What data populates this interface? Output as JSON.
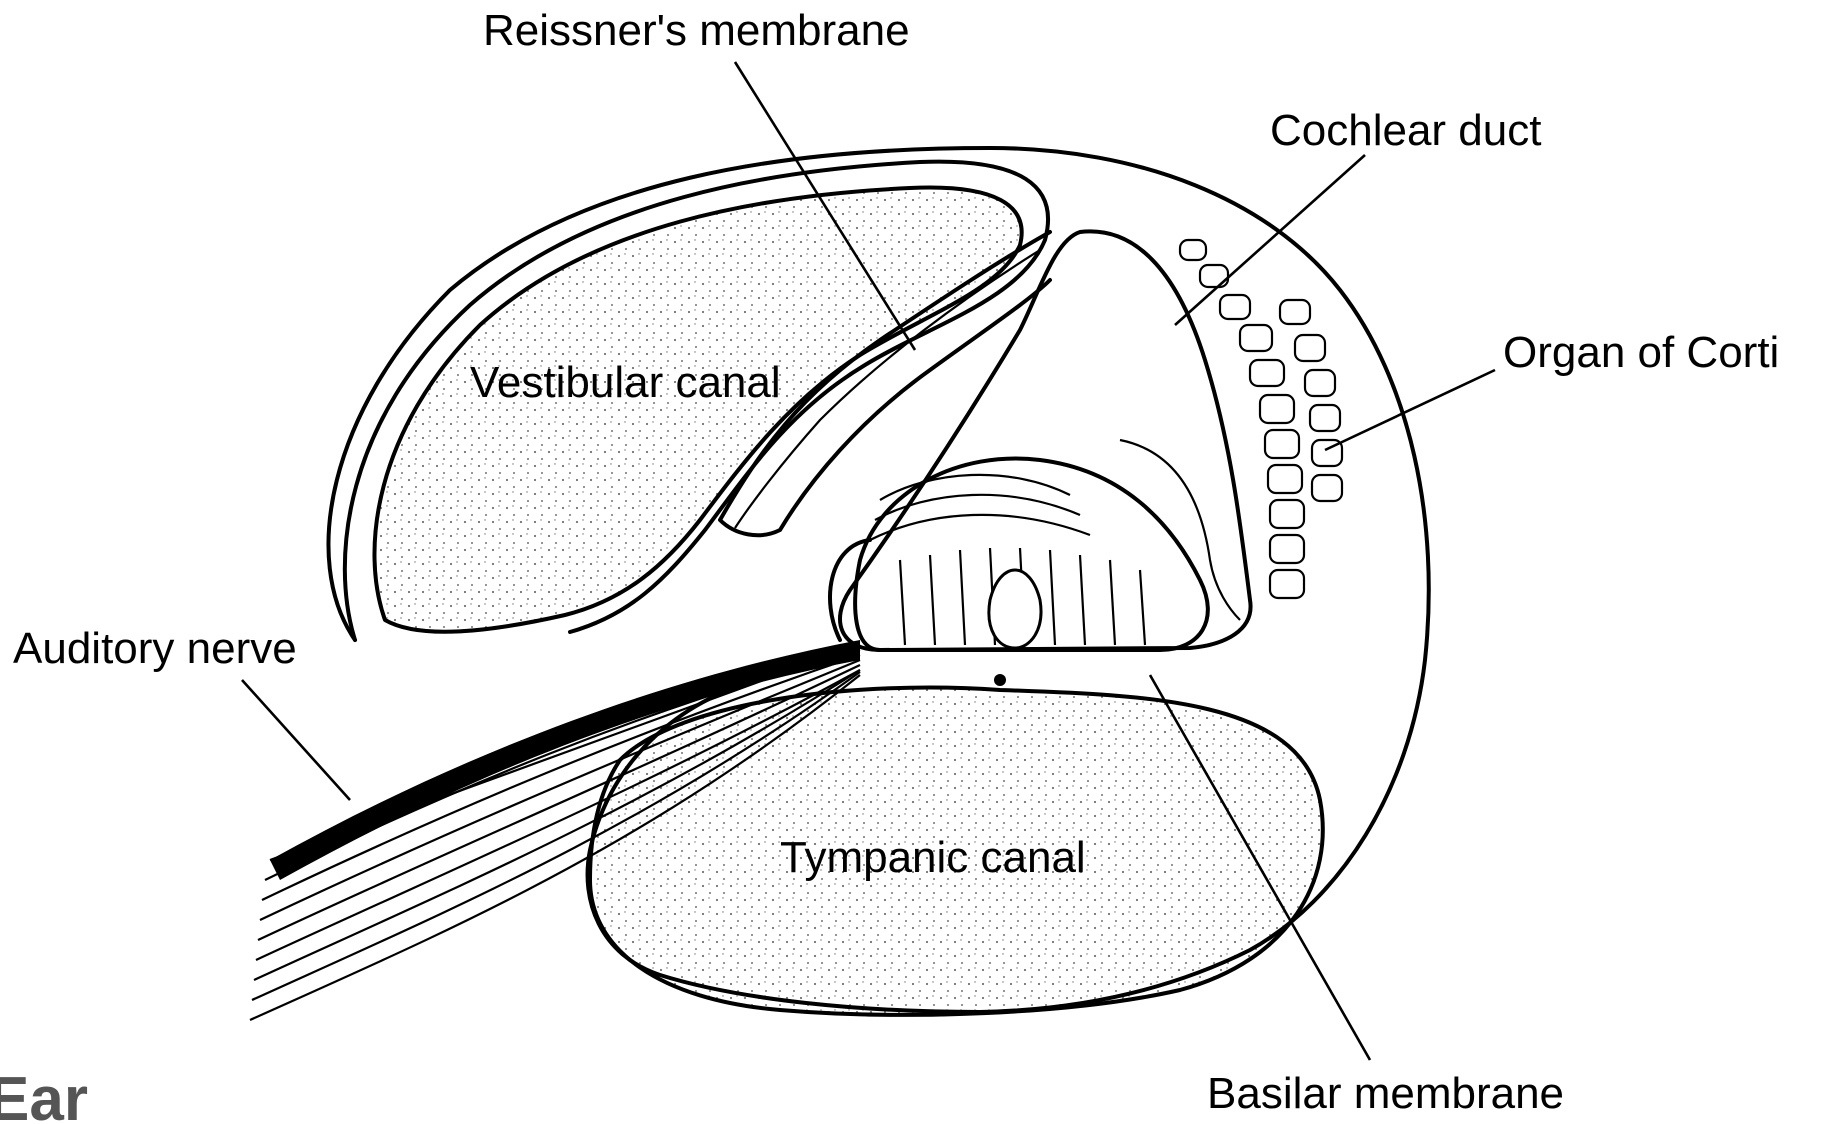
{
  "title_fragment": "Ear",
  "labels": {
    "reissners_membrane": "Reissner's membrane",
    "cochlear_duct": "Cochlear duct",
    "organ_of_corti": "Organ of Corti",
    "vestibular_canal": "Vestibular canal",
    "auditory_nerve": "Auditory nerve",
    "tympanic_canal": "Tympanic canal",
    "basilar_membrane": "Basilar membrane"
  },
  "colors": {
    "background": "#ffffff",
    "ink": "#000000",
    "title": "#555555"
  }
}
